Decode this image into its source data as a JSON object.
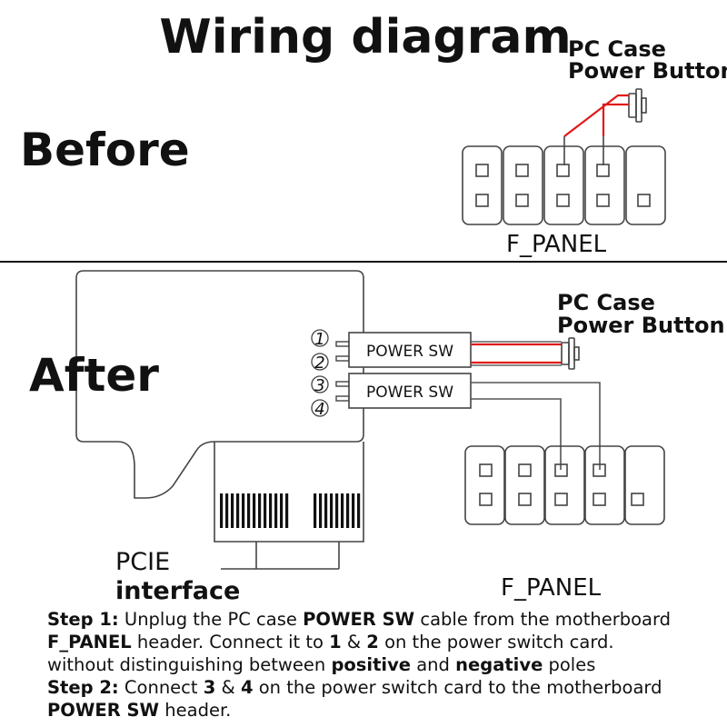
{
  "title": "Wiring diagram",
  "before": {
    "label": "Before",
    "button_label": [
      "PC Case",
      "Power Button"
    ],
    "header_label": "F_PANEL"
  },
  "after": {
    "label": "After",
    "button_label": [
      "PC Case",
      "Power Button"
    ],
    "header_label": "F_PANEL",
    "switch_label": "POWER SW",
    "pin_numbers": [
      "1",
      "2",
      "3",
      "4"
    ],
    "pcie_label": [
      "PCIE",
      "interface"
    ]
  },
  "colors": {
    "wire_red": "#e01b1b",
    "line": "#444444"
  },
  "steps": {
    "step1_label": "Step 1:",
    "step1_a": " Unplug the PC case ",
    "step1_b": "POWER SW",
    "step1_c": " cable from the motherboard",
    "step1_d": "F_PANEL",
    "step1_e": " header. Connect it to ",
    "step1_f": "1",
    "step1_g": " & ",
    "step1_h": "2",
    "step1_i": " on the power switch card.",
    "step1_j": "without distinguishing between ",
    "step1_k": "positive",
    "step1_l": " and ",
    "step1_m": "negative",
    "step1_n": " poles",
    "step2_label": "Step 2:",
    "step2_a": " Connect ",
    "step2_b": "3",
    "step2_c": " & ",
    "step2_d": "4",
    "step2_e": " on the power switch card to the motherboard",
    "step2_f": "POWER SW",
    "step2_g": " header."
  }
}
